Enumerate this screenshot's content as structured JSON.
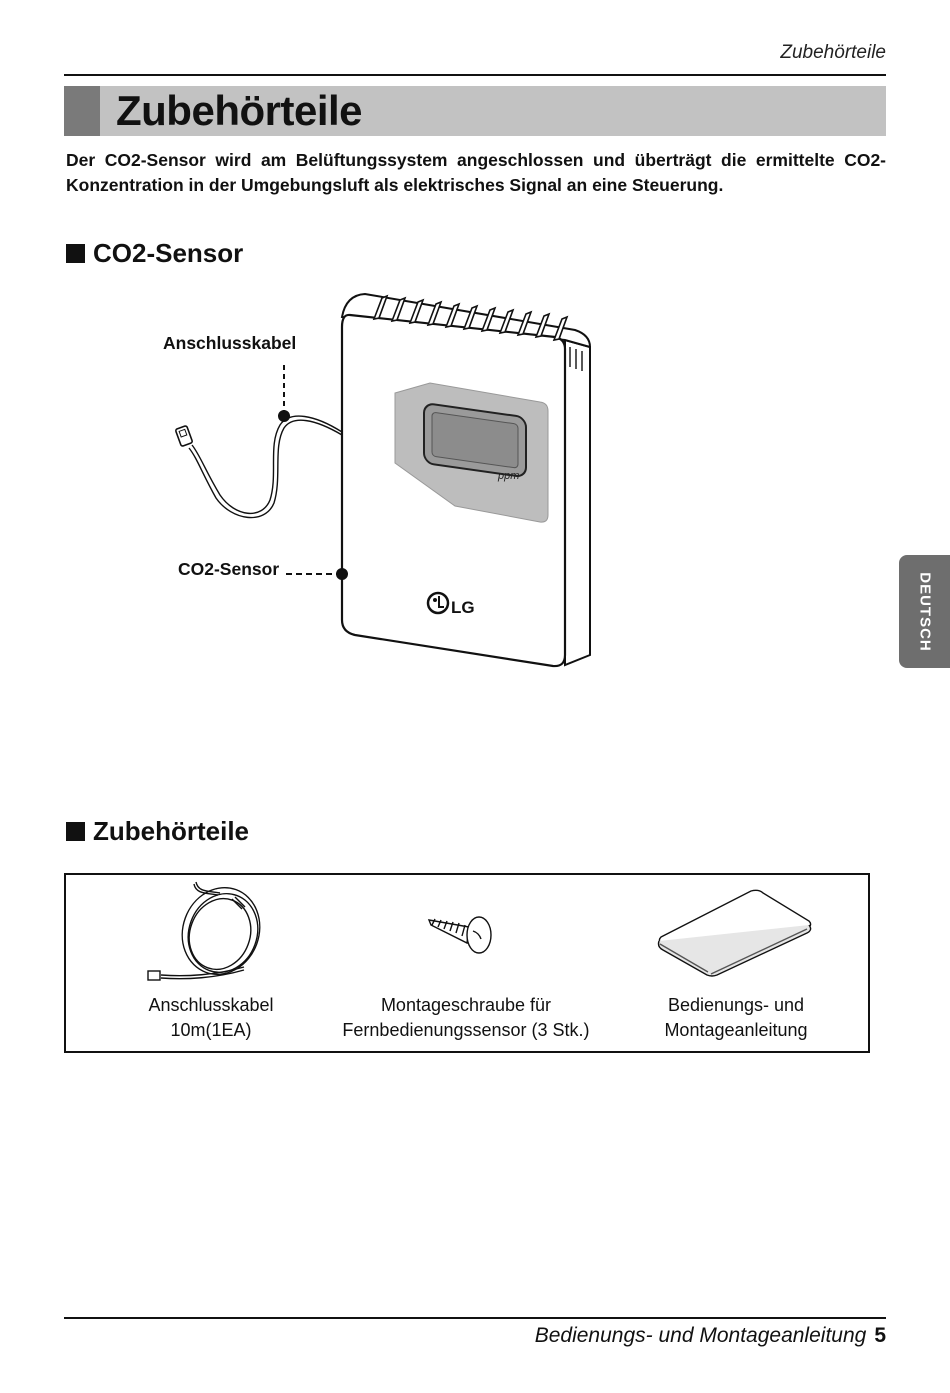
{
  "header": {
    "running_title": "Zubehörteile"
  },
  "title": "Zubehörteile",
  "intro": "Der CO2-Sensor wird am Belüftungssystem angeschlossen und überträgt die ermittelte CO2-Konzentration in der Umgebungsluft als elektrisches Signal an eine Steuerung.",
  "section1": {
    "heading": "CO2-Sensor",
    "callouts": {
      "cable": "Anschlusskabel",
      "sensor": "CO2-Sensor"
    },
    "device": {
      "display_unit": "ppm",
      "logo_text": "LG"
    }
  },
  "side_tab": "DEUTSCH",
  "section2": {
    "heading": "Zubehörteile",
    "items": [
      {
        "line1": "Anschlusskabel",
        "line2": "10m(1EA)",
        "icon": "cable-coil-icon"
      },
      {
        "line1": "Montageschraube für",
        "line2": "Fernbedienungssensor (3 Stk.)",
        "icon": "screw-icon"
      },
      {
        "line1": "Bedienungs- und",
        "line2": "Montageanleitung",
        "icon": "manual-booklet-icon"
      }
    ]
  },
  "footer": {
    "text": "Bedienungs- und Montageanleitung",
    "page": "5"
  }
}
